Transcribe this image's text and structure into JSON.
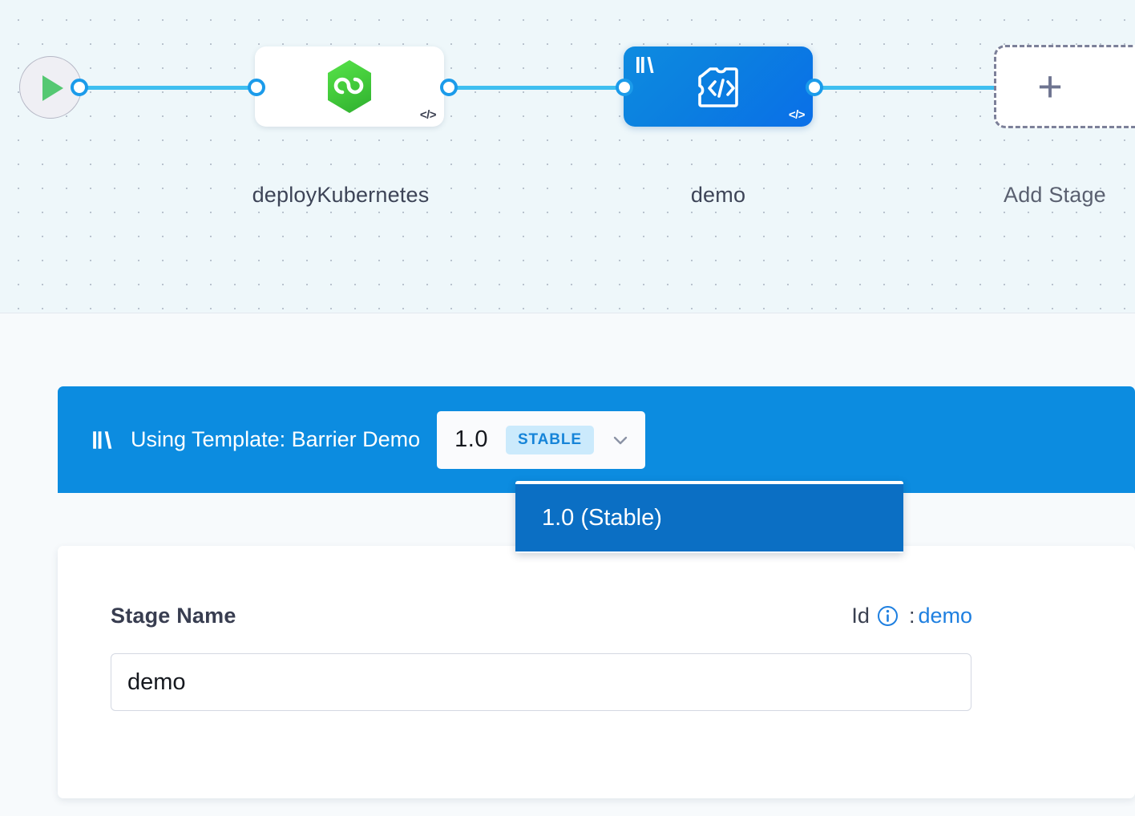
{
  "canvas": {
    "start_node": {
      "icon": "play-icon"
    },
    "nodes": [
      {
        "id": "deployKubernetes",
        "caption": "deployKubernetes",
        "icon": "kubernetes-hexagon-icon",
        "corner_icon": "code-icon",
        "type": "deployment",
        "selected": false
      },
      {
        "id": "demo",
        "caption": "demo",
        "icon": "template-puzzle-code-icon",
        "badge_icon": "template-library-icon",
        "corner_icon": "code-icon",
        "type": "template-stage",
        "selected": true
      }
    ],
    "add_stage": {
      "label": "Add Stage",
      "icon": "plus-icon"
    }
  },
  "template_bar": {
    "icon": "template-library-icon",
    "text": "Using Template: Barrier Demo",
    "version": {
      "value": "1.0",
      "badge": "STABLE",
      "chevron_icon": "chevron-down-icon"
    }
  },
  "version_dropdown": {
    "open": true,
    "options": [
      {
        "label": "1.0 (Stable)",
        "selected": true
      }
    ]
  },
  "stage_details": {
    "name_label": "Stage Name",
    "id_label": "Id",
    "id_info_icon": "info-circle-icon",
    "id_separator": ":",
    "id_value": "demo",
    "name_input_value": "demo",
    "name_input_placeholder": "Stage Name"
  },
  "colors": {
    "accent_blue": "#0C8CE0",
    "dropdown_selected": "#0B6FC4",
    "badge_bg": "#CBEAFC",
    "badge_text": "#1684D8",
    "connector": "#3FBFF0",
    "canvas_bg": "#EEF7FA",
    "k8s_green": "#4CC93F",
    "play_green": "#55C872"
  }
}
